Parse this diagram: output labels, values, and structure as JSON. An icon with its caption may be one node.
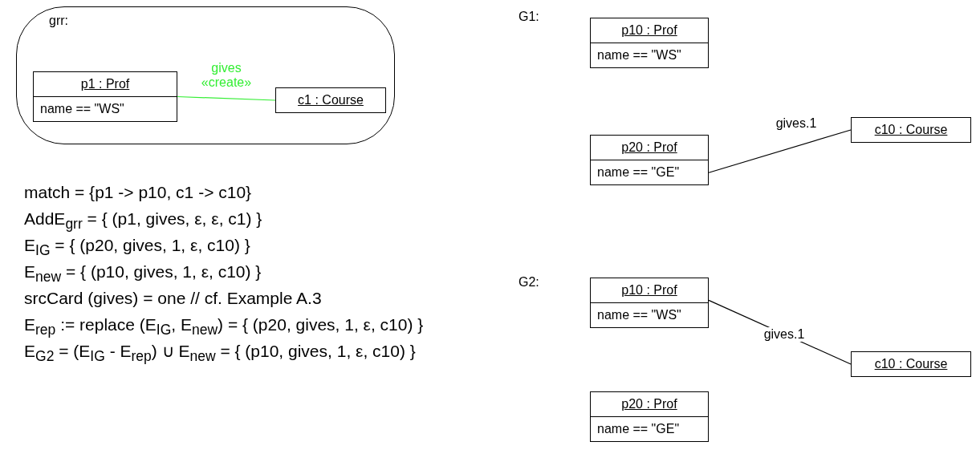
{
  "diagram": {
    "nodes": [
      {
        "text": [
          "grr:"
        ]
      },
      {
        "text": [
          "p1 : Prof",
          "name == \"WS\""
        ],
        "in": 0
      },
      {
        "text": [
          "c1 : Course"
        ],
        "in": 0
      },
      {
        "text": [
          "p10 : Prof",
          "name == \"WS\""
        ]
      },
      {
        "text": [
          "p20 : Prof",
          "name == \"GE\""
        ]
      },
      {
        "text": [
          "c10 : Course"
        ]
      },
      {
        "text": [
          "p10 : Prof",
          "name == \"WS\""
        ]
      },
      {
        "text": [
          "c10 : Course"
        ]
      },
      {
        "text": [
          "p20 : Prof",
          "name == \"GE\""
        ]
      }
    ],
    "edges": [
      {
        "from": 1,
        "to": 2,
        "arrow": "none",
        "label": "gives «create»",
        "color": "#33ee33"
      },
      {
        "from": 4,
        "to": 5,
        "arrow": "none",
        "label": "gives.1"
      },
      {
        "from": 6,
        "to": 7,
        "arrow": "none",
        "label": "gives.1"
      }
    ],
    "labels": [
      "G1:",
      "G2:",
      "match = {p1 -> p10, c1 -> c10}",
      "AddE$_{grr}$ = { (p1, gives, ε, ε, c1) }",
      "E$_{IG}$ = { (p20, gives, 1, ε, c10) }",
      "E$_{new}$ = { (p10, gives, 1, ε, c10) }",
      "srcCard (gives) = one // cf. Example A.3",
      "E$_{rep}$ := replace (E$_{IG}$, E$_{new}$) = { (p20, gives, 1, ε, c10) }",
      "E$_{G2}$ = (E$_{IG}$ - E$_{rep}$) ∪ E$_{new}$ = { (p10, gives, 1, ε, c10) }"
    ]
  }
}
